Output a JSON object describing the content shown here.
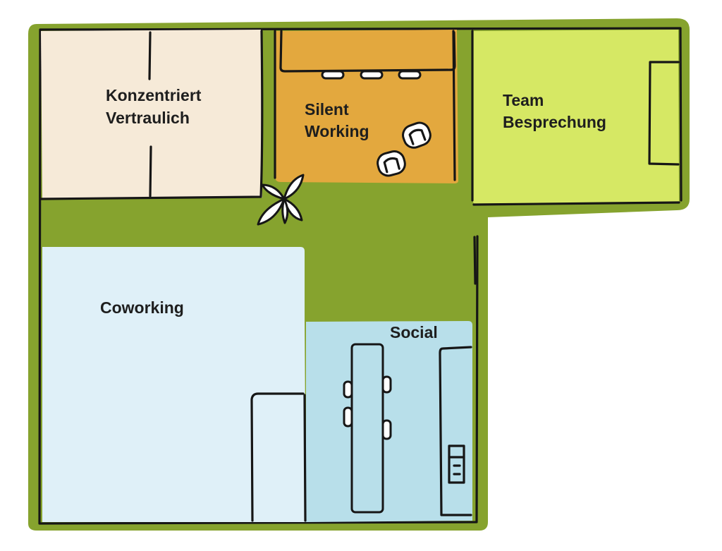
{
  "colors": {
    "floor": "#86a32e",
    "konzentriert": "#f6ead8",
    "silent": "#e3a83e",
    "team": "#d6e864",
    "coworking": "#dff0f8",
    "social": "#b8dfea",
    "furniture": "#ffffff",
    "ink": "#161616"
  },
  "rooms": {
    "konzentriert": {
      "line1": "Konzentriert",
      "line2": "Vertraulich"
    },
    "silent": {
      "line1": "Silent",
      "line2": "Working"
    },
    "team": {
      "line1": "Team",
      "line2": "Besprechung"
    },
    "coworking": {
      "label": "Coworking"
    },
    "social": {
      "label": "Social"
    }
  },
  "icons": {
    "plant": "plant-icon",
    "chair": "chair-icon",
    "appliance": "coffee-machine-icon"
  }
}
